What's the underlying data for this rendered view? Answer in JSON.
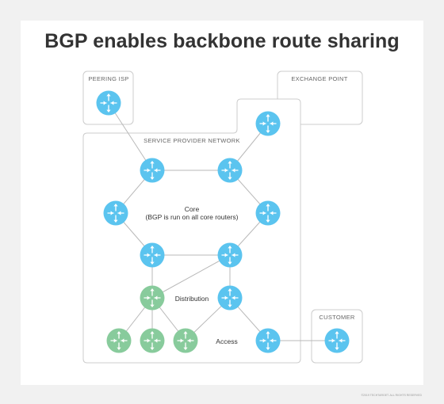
{
  "title": "BGP enables backbone route sharing",
  "regions": {
    "peering_isp": "PEERING ISP",
    "exchange_point": "EXCHANGE POINT",
    "service_provider": "SERVICE PROVIDER NETWORK",
    "customer": "CUSTOMER"
  },
  "zones": {
    "core_title": "Core",
    "core_note": "(BGP is run on all core routers)",
    "distribution": "Distribution",
    "access": "Access"
  },
  "footer": "©2019 TECHTARGET. ALL RIGHTS RESERVED",
  "colors": {
    "core_router": "#5bc4ef",
    "edge_router": "#88cb9c",
    "link": "#b9b9b9",
    "region_border": "#cccccc"
  }
}
